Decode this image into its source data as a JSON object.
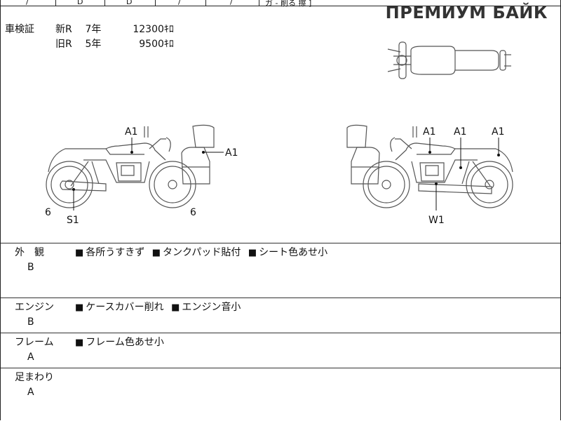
{
  "header": {
    "brand": "ПРЕМИУМ БАЙК",
    "cut_cells": [
      "/",
      "D",
      "D",
      "/",
      "/",
      "ガ - 削る 擦 ]"
    ]
  },
  "inspection": {
    "label": "車検証",
    "rows": [
      {
        "side": "新R",
        "years": "7年",
        "value": "12300ｷﾛ"
      },
      {
        "side": "旧R",
        "years": "5年",
        "value": "9500ｷﾛ"
      }
    ]
  },
  "diagram": {
    "left_labels": {
      "tank": "A1",
      "box": "A1",
      "exhaust": "S1",
      "front_wheel": "6",
      "rear_wheel": "6"
    },
    "right_labels": {
      "tank": "A1",
      "side": "A1",
      "seat": "A1",
      "exhaust": "W1"
    }
  },
  "sections": [
    {
      "title": "外　観",
      "grade": "B",
      "notes": [
        "各所うすきず",
        "タンクパッド貼付",
        "シート色あせ小"
      ]
    },
    {
      "title": "エンジン",
      "grade": "B",
      "notes": [
        "ケースカバー削れ",
        "エンジン音小"
      ]
    },
    {
      "title": "フレーム",
      "grade": "A",
      "notes": [
        "フレーム色あせ小"
      ]
    },
    {
      "title": "足まわり",
      "grade": "A",
      "notes": []
    }
  ],
  "bullet_glyph": "■"
}
